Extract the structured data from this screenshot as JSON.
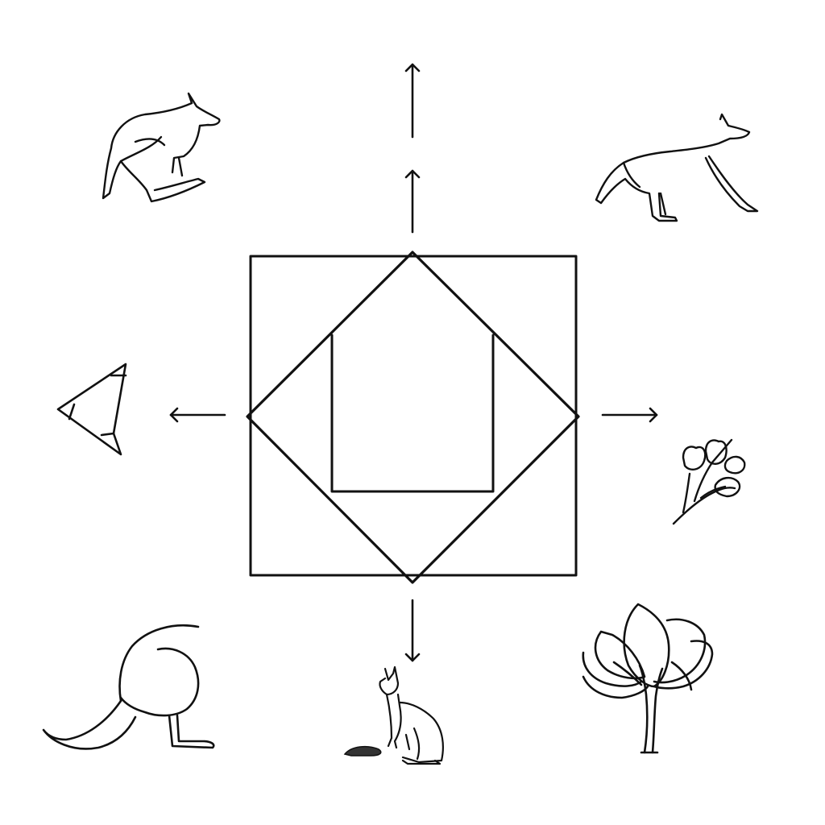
{
  "diagram": {
    "colors": {
      "stroke": "#111111",
      "background": "#ffffff",
      "fill_dark": "#333333"
    },
    "center_figure": {
      "outer_shape": "square",
      "middle_shape": "diamond",
      "inner_shape": "rectangle"
    },
    "arrows": [
      {
        "name": "up-arrow-top",
        "direction": "up"
      },
      {
        "name": "up-arrow-lower",
        "direction": "up"
      },
      {
        "name": "left-arrow",
        "direction": "left"
      },
      {
        "name": "right-arrow",
        "direction": "right"
      },
      {
        "name": "down-arrow",
        "direction": "down"
      }
    ],
    "icons": [
      {
        "name": "kangaroo-hopping-icon",
        "position": "top-left"
      },
      {
        "name": "dingo-running-icon",
        "position": "top-right"
      },
      {
        "name": "triangle-shape-icon",
        "position": "left"
      },
      {
        "name": "flower-branch-icon",
        "position": "right"
      },
      {
        "name": "kangaroo-outline-icon",
        "position": "bottom-left"
      },
      {
        "name": "kangaroo-standing-icon",
        "position": "bottom-center"
      },
      {
        "name": "tulip-tree-icon",
        "position": "bottom-right"
      }
    ]
  }
}
